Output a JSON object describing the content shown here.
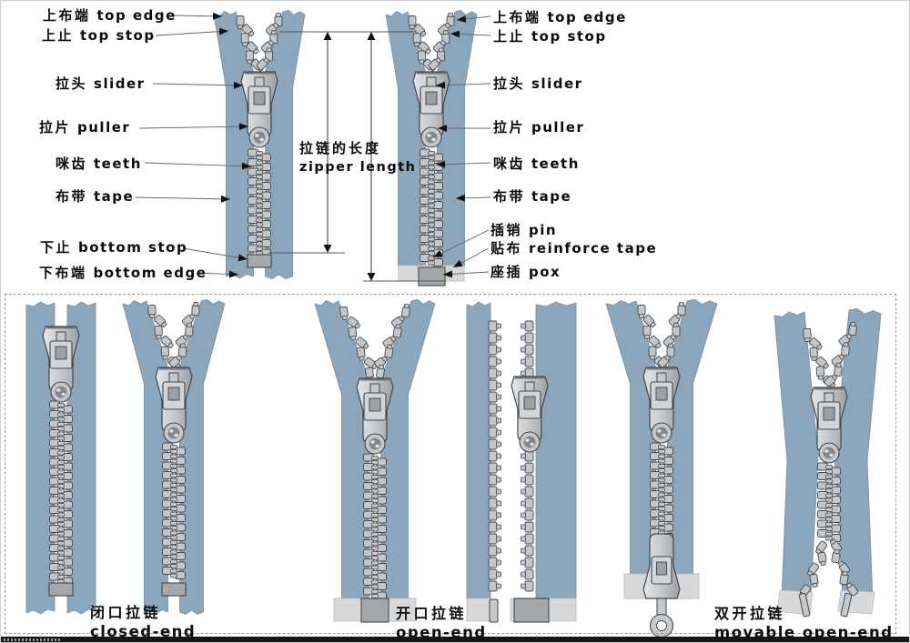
{
  "diagram": {
    "anatomy_labels_left": [
      {
        "zh": "上布端",
        "en": "top edge"
      },
      {
        "zh": "上止",
        "en": "top stop"
      },
      {
        "zh": "拉头",
        "en": "slider"
      },
      {
        "zh": "拉片",
        "en": "puller"
      },
      {
        "zh": "咪齿",
        "en": "teeth"
      },
      {
        "zh": "布带",
        "en": "tape"
      },
      {
        "zh": "下止",
        "en": "bottom stop"
      },
      {
        "zh": "下布端",
        "en": "bottom edge"
      }
    ],
    "anatomy_labels_right": [
      {
        "zh": "上布端",
        "en": "top edge"
      },
      {
        "zh": "上止",
        "en": "top stop"
      },
      {
        "zh": "拉头",
        "en": "slider"
      },
      {
        "zh": "拉片",
        "en": "puller"
      },
      {
        "zh": "咪齿",
        "en": "teeth"
      },
      {
        "zh": "布带",
        "en": "tape"
      },
      {
        "zh": "插销",
        "en": "pin"
      },
      {
        "zh": "贴布",
        "en": "reinforce tape"
      },
      {
        "zh": "座插",
        "en": "pox"
      }
    ],
    "dimension_label": {
      "zh": "拉链的长度",
      "en": "zipper length"
    },
    "zipper_types": [
      {
        "zh": "闭口拉链",
        "en": "closed-end"
      },
      {
        "zh": "开口拉链",
        "en": "open-end"
      },
      {
        "zh": "双开拉链",
        "en": "movable open-end"
      }
    ],
    "colors": {
      "tape": "#8CA6BC",
      "teeth": "#C3C7C9",
      "metal": "#C6C9CC",
      "metal_light": "#E4E6E8",
      "metal_dark": "#9AA0A4",
      "stop": "#A6A9AC",
      "reinforce_band": "#D6D8DA",
      "outline": "#41464A",
      "background": "#FFFFFF",
      "bottom_bar": "#151515"
    }
  }
}
